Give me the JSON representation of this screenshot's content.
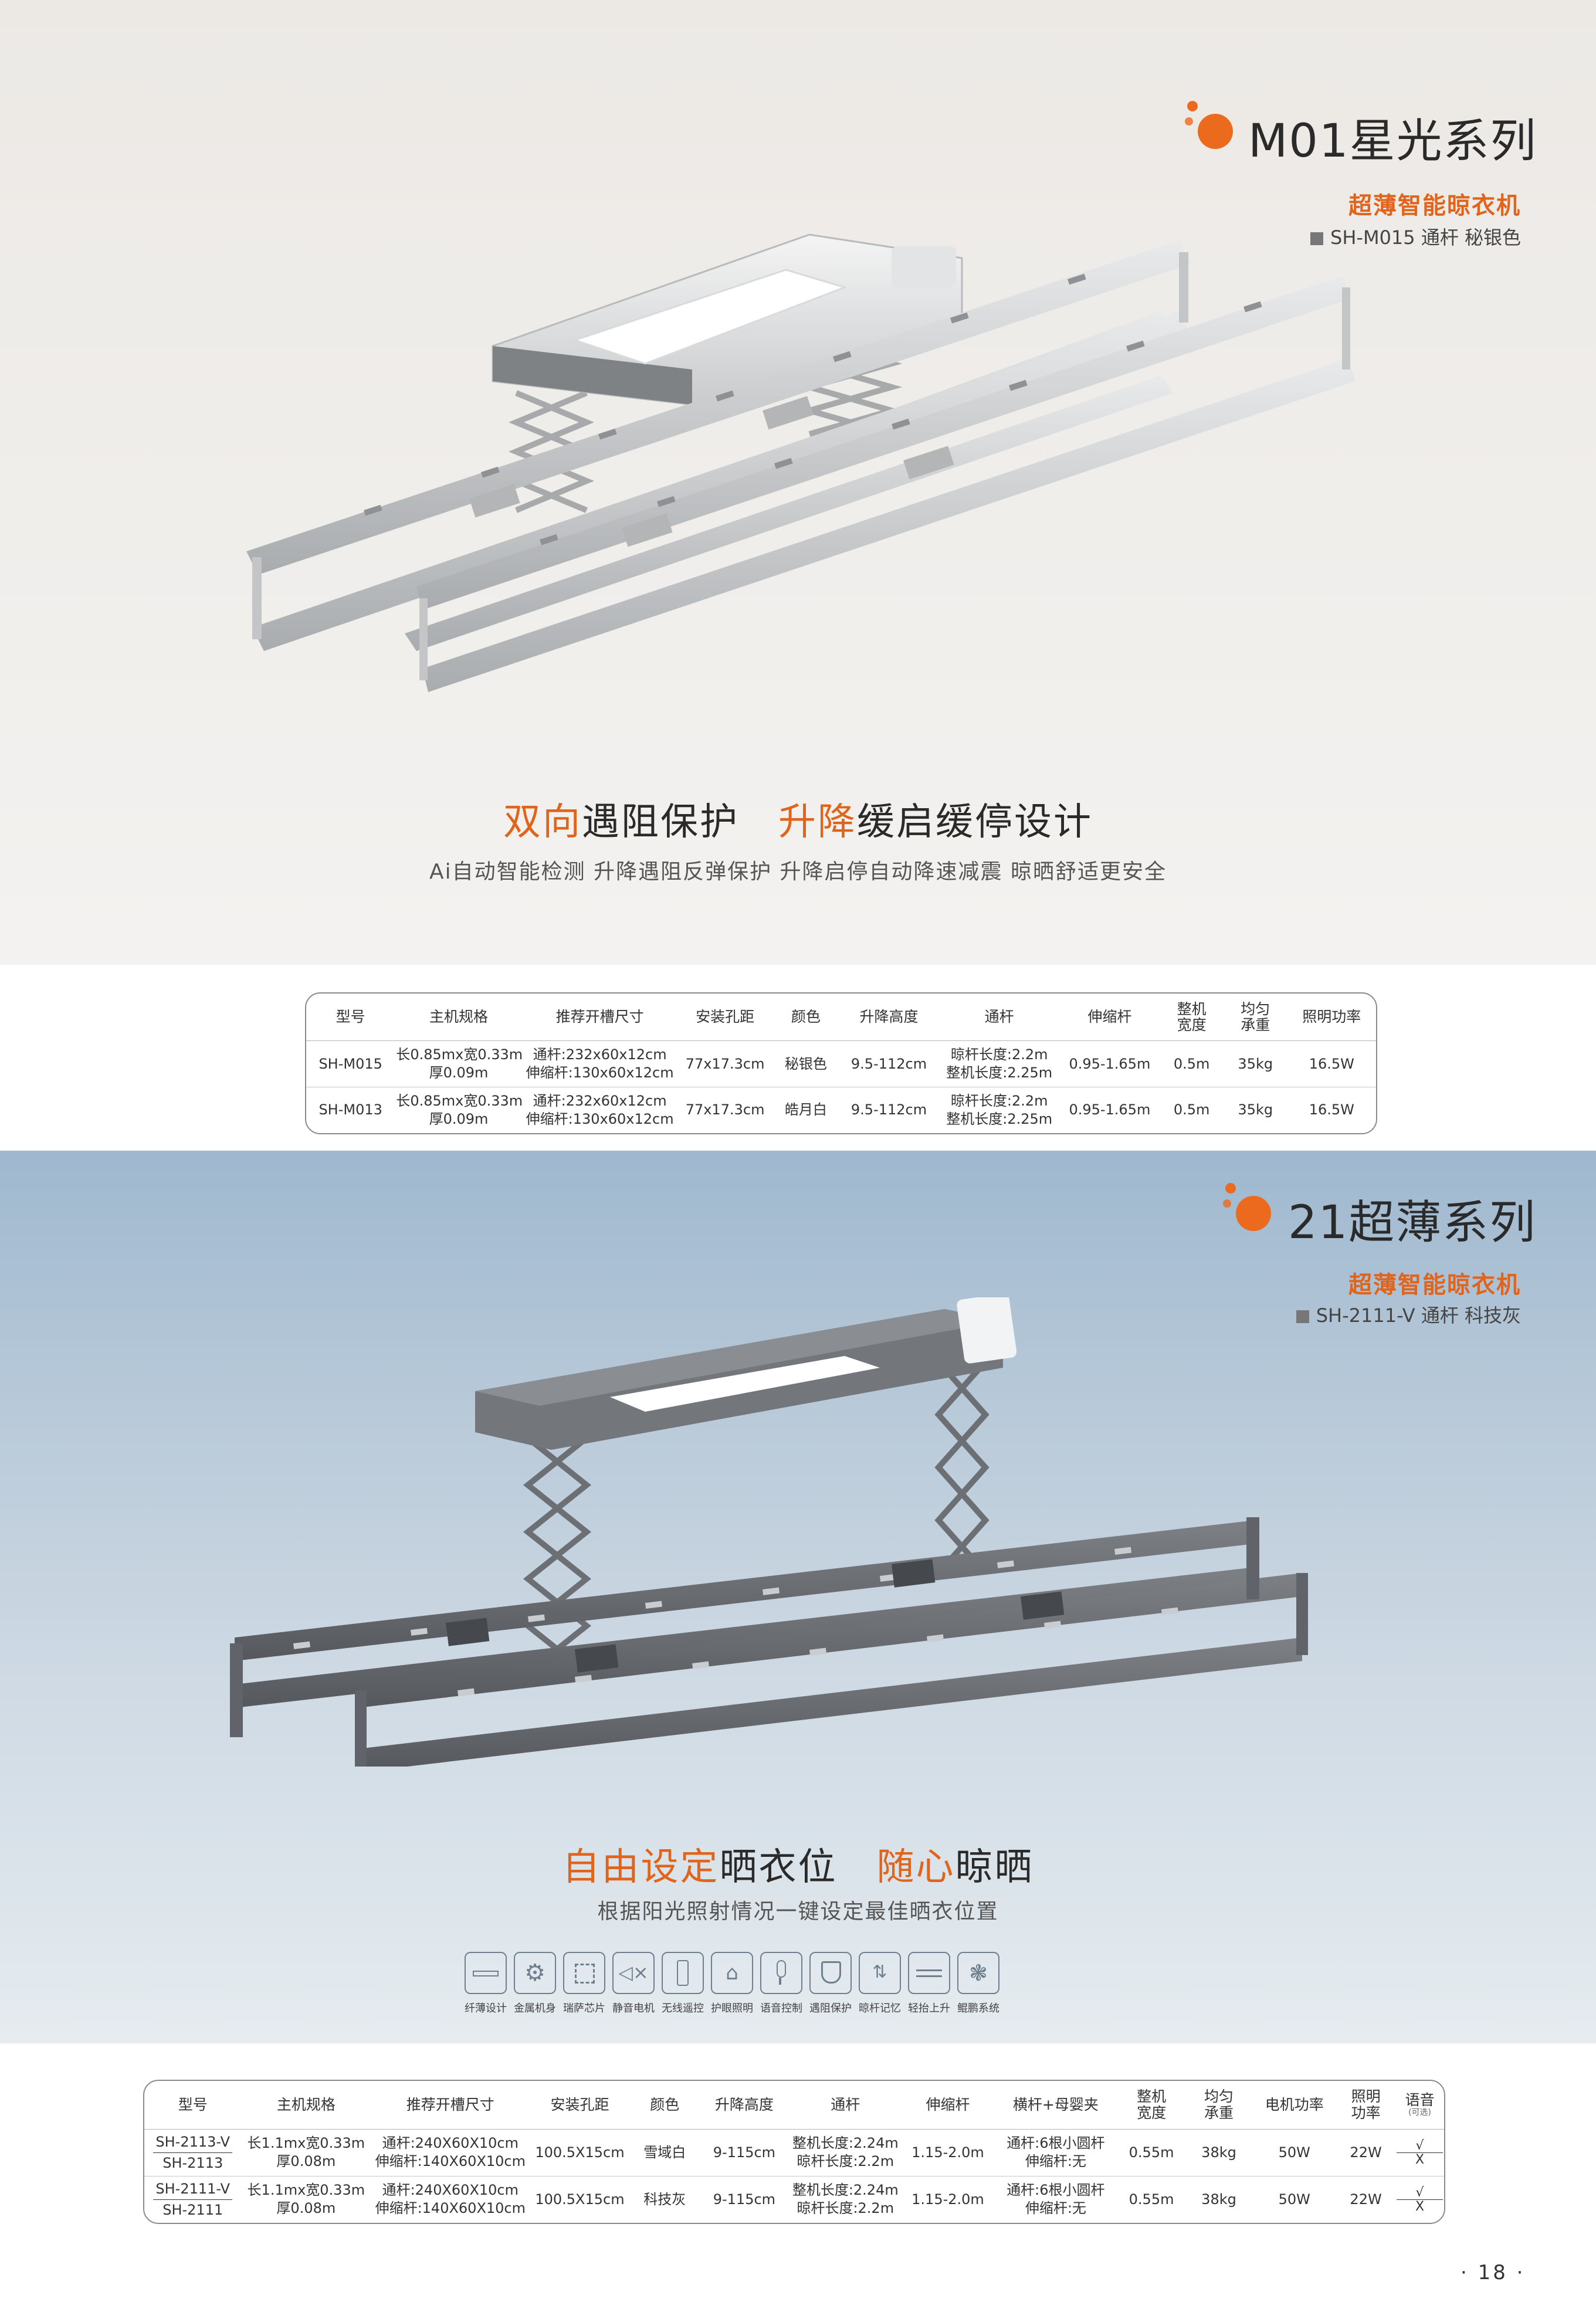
{
  "section1": {
    "title": "M01星光系列",
    "subtitle": "超薄智能晾衣机",
    "model_line": "SH-M015 通杆 秘银色",
    "headline": {
      "h1_orange": "双向",
      "h1_dark": "遇阻保护",
      "h2_orange": "升降",
      "h2_dark": "缓启缓停设计"
    },
    "tagline": "Ai自动智能检测 升降遇阻反弹保护 升降启停自动降速减震 晾晒舒适更安全",
    "colors": {
      "accent": "#e0641b",
      "product": "#d4d6d8"
    }
  },
  "table1": {
    "headers": [
      "型号",
      "主机规格",
      "推荐开槽尺寸",
      "安装孔距",
      "颜色",
      "升降高度",
      "通杆",
      "伸缩杆",
      "整机\n宽度",
      "均匀\n承重",
      "照明功率"
    ],
    "rows": [
      {
        "model": "SH-M015",
        "spec": [
          "长0.85mx宽0.33m",
          "厚0.09m"
        ],
        "slot": [
          "通杆:232x60x12cm",
          "伸缩杆:130x60x12cm"
        ],
        "hole": "77x17.3cm",
        "color": "秘银色",
        "lift": "9.5-112cm",
        "bar": [
          "晾杆长度:2.2m",
          "整机长度:2.25m"
        ],
        "tele": "0.95-1.65m",
        "width": "0.5m",
        "load": "35kg",
        "power": "16.5W"
      },
      {
        "model": "SH-M013",
        "spec": [
          "长0.85mx宽0.33m",
          "厚0.09m"
        ],
        "slot": [
          "通杆:232x60x12cm",
          "伸缩杆:130x60x12cm"
        ],
        "hole": "77x17.3cm",
        "color": "皓月白",
        "lift": "9.5-112cm",
        "bar": [
          "晾杆长度:2.2m",
          "整机长度:2.25m"
        ],
        "tele": "0.95-1.65m",
        "width": "0.5m",
        "load": "35kg",
        "power": "16.5W"
      }
    ]
  },
  "section2": {
    "title": "21超薄系列",
    "subtitle": "超薄智能晾衣机",
    "model_line": "SH-2111-V 通杆 科技灰",
    "headline": {
      "h1_orange": "自由设定",
      "h1_dark": "晒衣位",
      "h2_orange": "随心",
      "h2_dark": "晾晒"
    },
    "tagline": "根据阳光照射情况一键设定最佳晒衣位置",
    "features": [
      {
        "label": "纤薄设计",
        "icon": "thin-design-icon"
      },
      {
        "label": "金属机身",
        "icon": "gear-icon"
      },
      {
        "label": "瑞萨芯片",
        "icon": "chip-icon"
      },
      {
        "label": "静音电机",
        "icon": "mute-speaker-icon"
      },
      {
        "label": "无线遥控",
        "icon": "remote-icon"
      },
      {
        "label": "护眼照明",
        "icon": "lamp-icon"
      },
      {
        "label": "语音控制",
        "icon": "microphone-icon"
      },
      {
        "label": "遇阻保护",
        "icon": "shield-icon"
      },
      {
        "label": "晾杆记忆",
        "icon": "memory-icon"
      },
      {
        "label": "轻抬上升",
        "icon": "lift-icon"
      },
      {
        "label": "鲲鹏系统",
        "icon": "system-icon"
      }
    ],
    "colors": {
      "product": "#6a6d72"
    }
  },
  "table2": {
    "headers": [
      "型号",
      "主机规格",
      "推荐开槽尺寸",
      "安装孔距",
      "颜色",
      "升降高度",
      "通杆",
      "伸缩杆",
      "横杆+母婴夹",
      "整机\n宽度",
      "均匀\n承重",
      "电机功率",
      "照明\n功率",
      "语音"
    ],
    "voice_note": "(可选)",
    "rows": [
      {
        "model_top": "SH-2113-V",
        "model_bot": "SH-2113",
        "spec": [
          "长1.1mx宽0.33m",
          "厚0.08m"
        ],
        "slot": [
          "通杆:240X60X10cm",
          "伸缩杆:140X60X10cm"
        ],
        "hole": "100.5X15cm",
        "color": "雪域白",
        "lift": "9-115cm",
        "bar": [
          "整机长度:2.24m",
          "晾杆长度:2.2m"
        ],
        "tele": "1.15-2.0m",
        "cross": [
          "通杆:6根小圆杆",
          "伸缩杆:无"
        ],
        "width": "0.55m",
        "load": "38kg",
        "motor": "50W",
        "light": "22W",
        "voice_yes": "√",
        "voice_no": "X"
      },
      {
        "model_top": "SH-2111-V",
        "model_bot": "SH-2111",
        "spec": [
          "长1.1mx宽0.33m",
          "厚0.08m"
        ],
        "slot": [
          "通杆:240X60X10cm",
          "伸缩杆:140X60X10cm"
        ],
        "hole": "100.5X15cm",
        "color": "科技灰",
        "lift": "9-115cm",
        "bar": [
          "整机长度:2.24m",
          "晾杆长度:2.2m"
        ],
        "tele": "1.15-2.0m",
        "cross": [
          "通杆:6根小圆杆",
          "伸缩杆:无"
        ],
        "width": "0.55m",
        "load": "38kg",
        "motor": "50W",
        "light": "22W",
        "voice_yes": "√",
        "voice_no": "X"
      }
    ]
  },
  "page_number": "· 18 ·"
}
